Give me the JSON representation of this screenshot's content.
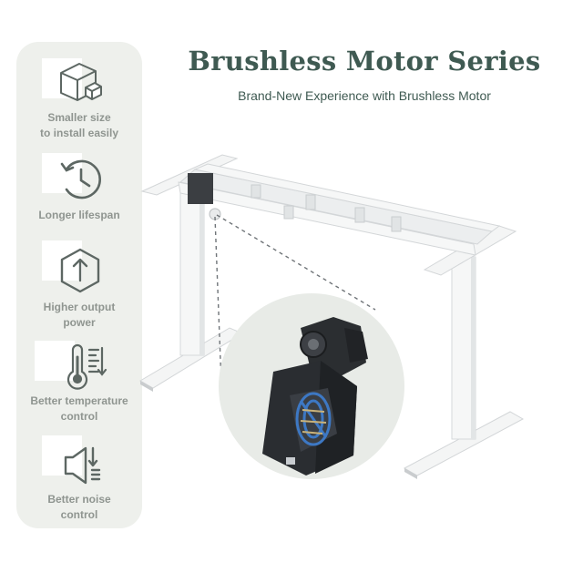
{
  "header": {
    "title": "Brushless Motor Series",
    "subtitle": "Brand-New Experience with Brushless Motor"
  },
  "features": [
    {
      "icon": "box-icon",
      "label": "Smaller size\nto install easily"
    },
    {
      "icon": "clock-icon",
      "label": "Longer lifespan"
    },
    {
      "icon": "power-up-icon",
      "label": "Higher output\npower"
    },
    {
      "icon": "thermometer-icon",
      "label": "Better temperature\ncontrol"
    },
    {
      "icon": "speaker-icon",
      "label": "Better noise\ncontrol"
    }
  ],
  "colors": {
    "brand": "#3f5a52",
    "sidebar_bg": "#eef0ec",
    "feature_text": "#8f9590",
    "frame": "#f3f4f4",
    "motor": "#2b2e31",
    "motor_accent": "#3d78c4"
  }
}
